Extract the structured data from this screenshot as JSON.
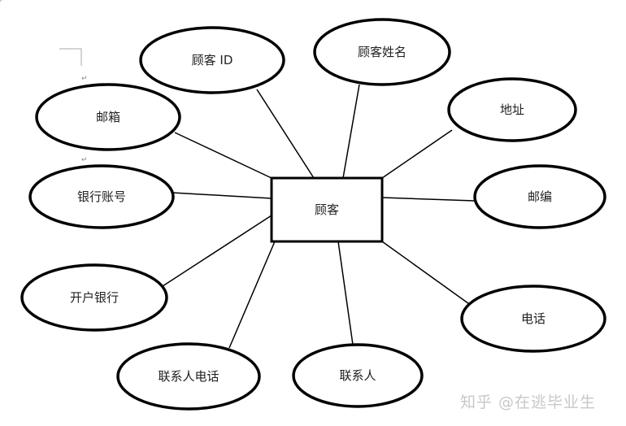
{
  "entity": {
    "label": "顾客"
  },
  "attributes": [
    {
      "label": "顾客 ID"
    },
    {
      "label": "顾客姓名"
    },
    {
      "label": "地址"
    },
    {
      "label": "邮编"
    },
    {
      "label": "电话"
    },
    {
      "label": "联系人"
    },
    {
      "label": "联系人电话"
    },
    {
      "label": "开户银行"
    },
    {
      "label": "银行账号"
    },
    {
      "label": "邮箱"
    }
  ],
  "paragraph_mark": "↵",
  "watermark": "知乎 @在逃毕业生"
}
